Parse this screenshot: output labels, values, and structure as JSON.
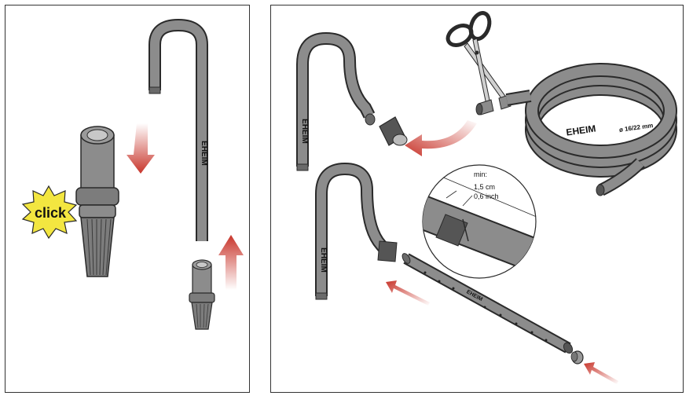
{
  "left_panel": {
    "click_label": "click",
    "tube_brand": "EHEIM"
  },
  "right_panel": {
    "tube_brand_top": "EHEIM",
    "coil_brand": "EHEIM",
    "coil_size": "ø 16/22 mm",
    "tube_brand_bottom": "EHEIM",
    "rod_brand": "EHEIM",
    "min_label": "min:",
    "min_cm": "1,5 cm",
    "min_inch": "0,6 inch"
  },
  "colors": {
    "tube_gray": "#8c8c8c",
    "tube_outline": "#2a2a2a",
    "arrow_red": "#c8352b",
    "burst_yellow": "#f3e640"
  }
}
